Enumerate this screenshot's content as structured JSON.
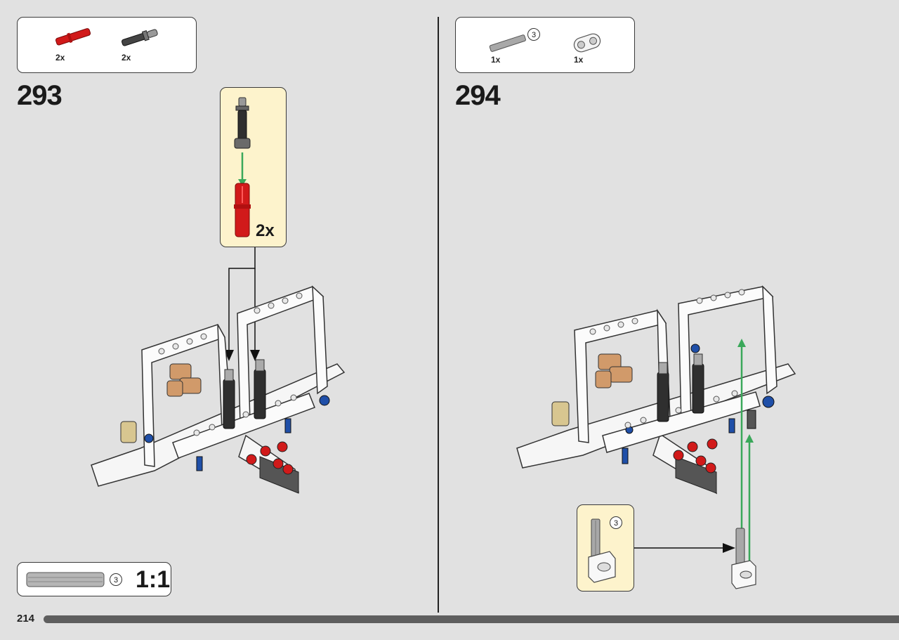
{
  "page_number": "214",
  "steps": [
    {
      "number": "293",
      "parts": [
        {
          "name": "red-axle-pin",
          "qty": "2x"
        },
        {
          "name": "black-pin-with-bush",
          "qty": "2x"
        }
      ],
      "callout": {
        "qty": "2x"
      },
      "scale_ref": {
        "length": "3",
        "ratio": "1:1"
      }
    },
    {
      "number": "294",
      "parts": [
        {
          "name": "grey-axle-3",
          "qty": "1x",
          "length": "3"
        },
        {
          "name": "white-axle-connector",
          "qty": "1x"
        }
      ],
      "callout": {
        "length": "3"
      }
    }
  ],
  "colors": {
    "background": "#e1e1e1",
    "callout": "#fdf3cc",
    "arrow_green": "#3aa85a",
    "lego_red": "#d11a1a",
    "lego_blue": "#1f4fa8",
    "lego_tan": "#d8c690",
    "lego_dark": "#2a2a2a"
  }
}
